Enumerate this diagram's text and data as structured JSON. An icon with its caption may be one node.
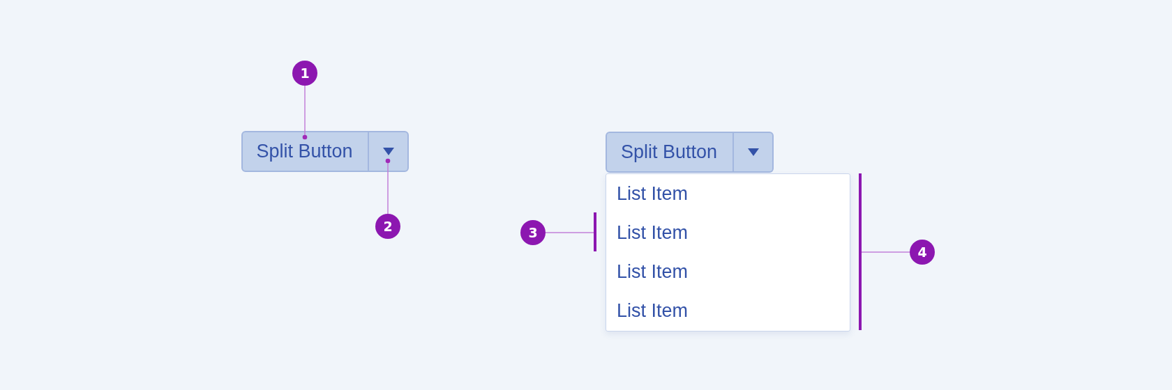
{
  "diagram": {
    "nodes": [
      {
        "text": [
          "1"
        ]
      },
      {
        "text": [
          "Split Button"
        ]
      },
      {
        "text": [],
        "shape": "box",
        "in": 1
      },
      {
        "text": [
          "2"
        ]
      },
      {
        "text": [
          "Split Button"
        ]
      },
      {
        "text": [],
        "shape": "box",
        "in": 4
      },
      {
        "text": [
          "3"
        ]
      },
      {
        "text": [],
        "shape": "bar"
      },
      {
        "text": [],
        "shape": "box"
      },
      {
        "text": [
          "List Item"
        ],
        "in": 8
      },
      {
        "text": [
          "List Item"
        ],
        "in": 8
      },
      {
        "text": [
          "List Item"
        ],
        "in": 8
      },
      {
        "text": [
          "List Item"
        ],
        "in": 8
      },
      {
        "text": [],
        "shape": "bar"
      },
      {
        "text": [
          "4"
        ]
      }
    ],
    "edges": [
      {
        "from": 0,
        "to": 1,
        "arrow": "other"
      },
      {
        "from": 3,
        "to": 2,
        "arrow": "other"
      },
      {
        "from": 6,
        "to": 7,
        "arrow": "none"
      },
      {
        "from": 14,
        "to": 13,
        "arrow": "none"
      }
    ]
  }
}
